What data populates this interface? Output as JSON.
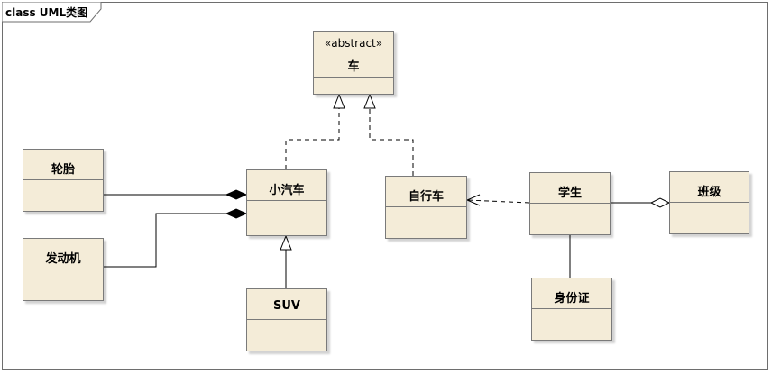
{
  "frame": {
    "title": "class UML类图"
  },
  "classes": {
    "car": {
      "stereotype": "«abstract»",
      "name": "车"
    },
    "tire": {
      "name": "轮胎"
    },
    "engine": {
      "name": "发动机"
    },
    "minicar": {
      "name": "小汽车"
    },
    "suv": {
      "name": "SUV"
    },
    "bicycle": {
      "name": "自行车"
    },
    "student": {
      "name": "学生"
    },
    "class_grp": {
      "name": "班级"
    },
    "idcard": {
      "name": "身份证"
    }
  },
  "relations": [
    {
      "type": "realization",
      "from": "小汽车",
      "to": "车"
    },
    {
      "type": "realization",
      "from": "自行车",
      "to": "车"
    },
    {
      "type": "composition",
      "from": "轮胎",
      "to": "小汽车"
    },
    {
      "type": "composition",
      "from": "发动机",
      "to": "小汽车"
    },
    {
      "type": "generalization",
      "from": "SUV",
      "to": "小汽车"
    },
    {
      "type": "dependency",
      "from": "学生",
      "to": "自行车"
    },
    {
      "type": "aggregation",
      "from": "学生",
      "to": "班级"
    },
    {
      "type": "association",
      "from": "学生",
      "to": "身份证"
    }
  ]
}
